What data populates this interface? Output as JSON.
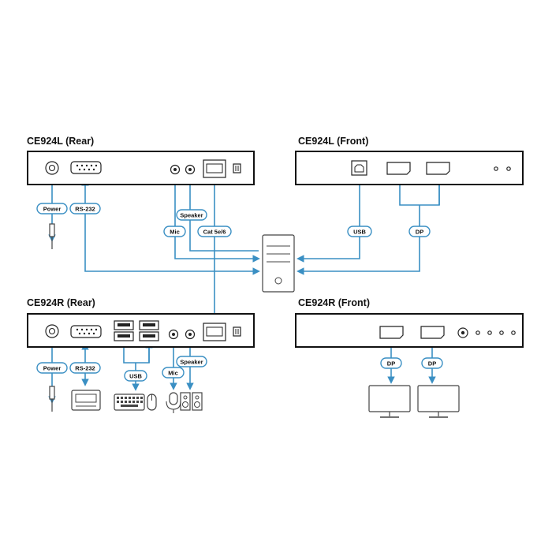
{
  "colors": {
    "cable": "#3a8fc3",
    "device_outline": "#111111",
    "peripheral_outline": "#444444"
  },
  "panels": {
    "l_rear": {
      "title": "CE924L (Rear)"
    },
    "l_front": {
      "title": "CE924L (Front)"
    },
    "r_rear": {
      "title": "CE924R (Rear)"
    },
    "r_front": {
      "title": "CE924R (Front)"
    }
  },
  "labels": {
    "l_power": "Power",
    "l_rs232": "RS-232",
    "l_speaker": "Speaker",
    "l_mic": "Mic",
    "l_cat": "Cat 5e/6",
    "l_usb": "USB",
    "l_dp": "DP",
    "r_power": "Power",
    "r_rs232": "RS-232",
    "r_usb": "USB",
    "r_mic": "Mic",
    "r_speaker": "Speaker",
    "r_dp1": "DP",
    "r_dp2": "DP"
  },
  "icons": [
    "power-jack-icon",
    "db9-serial-icon",
    "audio-jack-icon",
    "rj45-icon",
    "dip-switch-icon",
    "usb-b-icon",
    "displayport-icon",
    "usb-a-icon",
    "led-icon",
    "computer-tower-icon",
    "power-plug-icon",
    "serial-device-icon",
    "keyboard-icon",
    "mouse-icon",
    "microphone-icon",
    "speakers-icon",
    "monitor-icon"
  ]
}
